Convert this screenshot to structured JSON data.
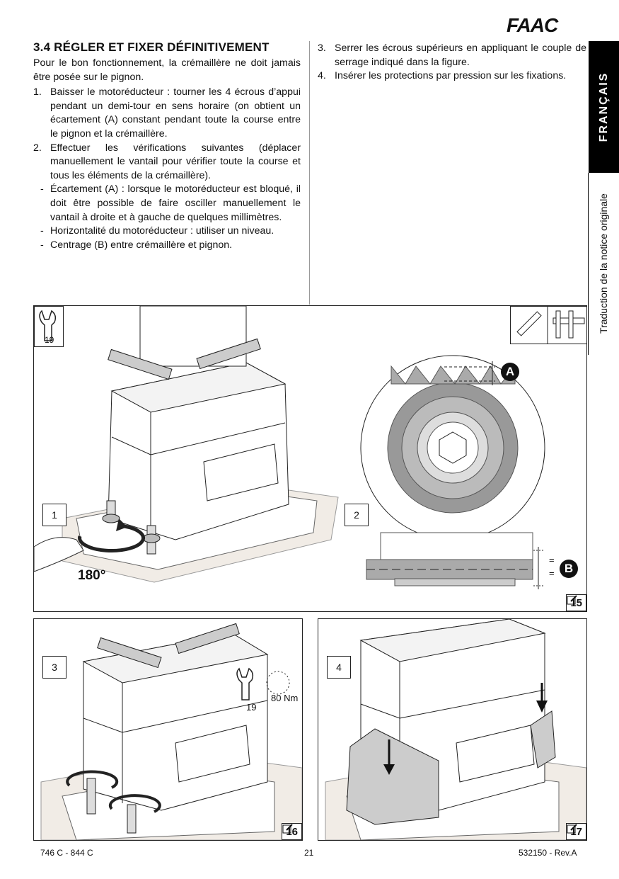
{
  "brand": "FAAC",
  "section": {
    "title": "3.4  RÉGLER ET FIXER DÉFINITIVEMENT"
  },
  "intro": "Pour le bon fonctionnement, la crémaillère ne doit jamais être posée sur le pignon.",
  "steps_left": [
    {
      "num": "1.",
      "text": "Baisser le motoréducteur : tourner les 4 écrous d’appui pendant un demi-tour en sens horaire (on obtient un écartement (A) constant pendant toute la course entre le pignon et la crémaillère."
    },
    {
      "num": "2.",
      "text": "Effectuer les vérifications suivantes (déplacer manuellement le vantail pour vérifier toute la course et tous les éléments de la crémaillère)."
    }
  ],
  "checks": [
    "Écartement (A) : lorsque le motoréducteur est bloqué, il doit être possible de faire osciller manuellement le vantail à droite et à gauche de quelques millimètres.",
    "Horizontalité du motoréducteur : utiliser un niveau.",
    "Centrage (B) entre crémaillère et pignon."
  ],
  "steps_right": [
    {
      "num": "3.",
      "text": "Serrer les écrous supérieurs en appliquant le couple de serrage indiqué dans la figure."
    },
    {
      "num": "4.",
      "text": "Insérer les protections par pression sur les fixations."
    }
  ],
  "side_tab": {
    "language": "FRANÇAIS",
    "note": "Traduction de la notice originale"
  },
  "figures": {
    "fig15": {
      "number": "15",
      "step1": "1",
      "step2": "2",
      "wrench_size": "19",
      "angle": "180°",
      "label_a": "A",
      "label_b": "B",
      "equal_sign": "="
    },
    "fig16": {
      "number": "16",
      "step": "3",
      "wrench_size": "19",
      "torque": "80 Nm"
    },
    "fig17": {
      "number": "17",
      "step": "4"
    }
  },
  "footer": {
    "models": "746 C - 844 C",
    "page": "21",
    "ref": "532150 - Rev.A"
  }
}
